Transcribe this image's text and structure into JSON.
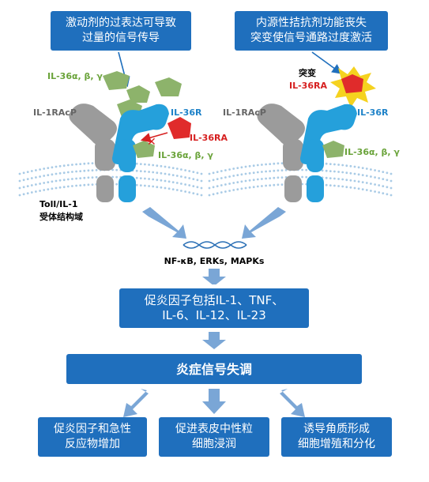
{
  "top_boxes": {
    "left": [
      "激动剂的过表达可导致",
      "过量的信号传导"
    ],
    "right": [
      "内源性拮抗剂功能丧失",
      "突变使信号通路过度激活"
    ]
  },
  "left_receptor": {
    "ligand_label": "IL-36α, β, γ",
    "il1racp_label": "IL-1RAcP",
    "il36r_label": "IL-36R",
    "il36ra_label": "IL-36RA",
    "bound_ligand_label": "IL-36α, β, γ",
    "tir_label_1": "Toll/IL-1",
    "tir_label_2": "受体结构域"
  },
  "right_receptor": {
    "mutation_label": "突变",
    "il36ra_label": "IL-36RA",
    "il1racp_label": "IL-1RAcP",
    "il36r_label": "IL-36R",
    "bound_ligand_label": "IL-36α, β, γ"
  },
  "signaling_label": "NF-κB, ERKs, MAPKs",
  "cytokine_box": [
    "促炎因子包括IL-1、TNF、",
    "IL-6、IL-12、IL-23"
  ],
  "dysregulation_box": "炎症信号失调",
  "outcomes": [
    [
      "促炎因子和急性",
      "反应物增加"
    ],
    [
      "促进表皮中性粒",
      "细胞浸润"
    ],
    [
      "诱导角质形成",
      "细胞增殖和分化"
    ]
  ],
  "colors": {
    "box_blue": "#1f6fbd",
    "arrow_blue": "#7aa6d6",
    "receptor_blue": "#25a0db",
    "receptor_gray": "#9b9b9b",
    "ligand_green": "#8db36b",
    "antagonist_red": "#e02b2b",
    "mutation_yellow": "#f5d21f",
    "label_green": "#6aa33a",
    "label_red": "#d62020",
    "label_blue": "#1e82c8"
  }
}
